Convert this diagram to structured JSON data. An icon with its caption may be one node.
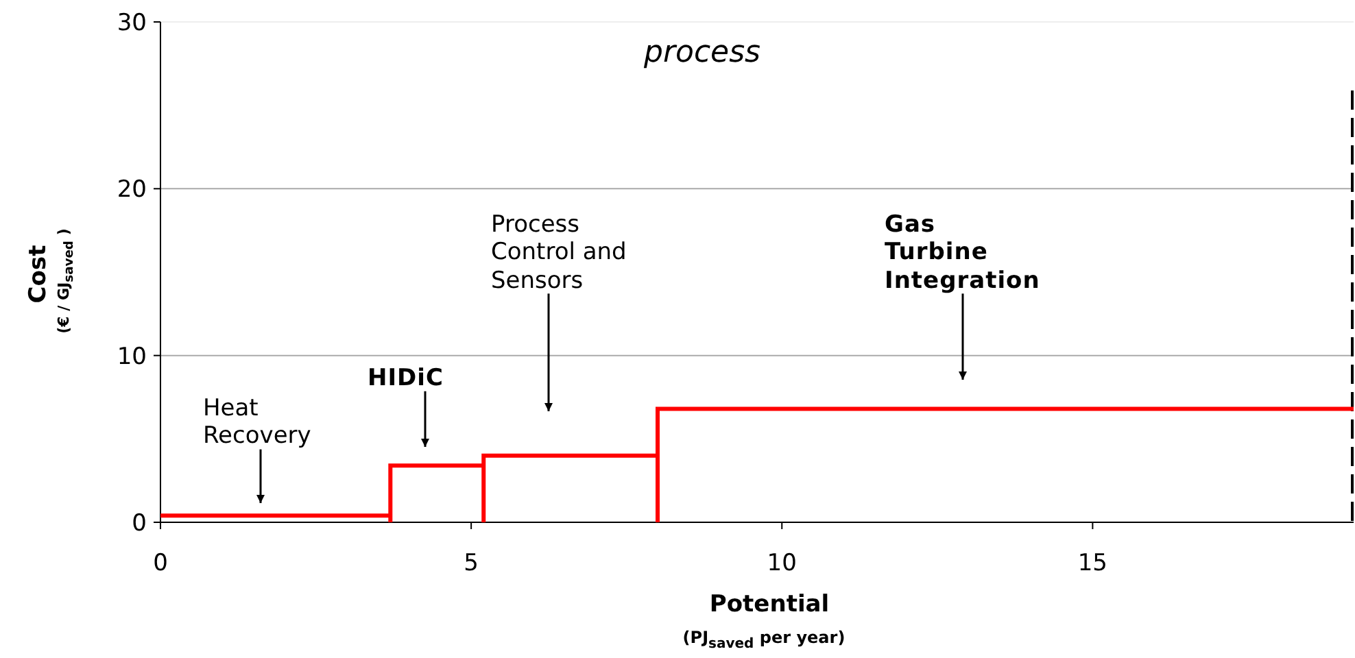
{
  "diagram": {
    "title": "process",
    "nodes": [
      {
        "text": [
          "Heat Recovery"
        ]
      },
      {
        "text": [
          "HIDiC"
        ]
      },
      {
        "text": [
          "Process Control and Sensors"
        ]
      },
      {
        "text": [
          "Gas Turbine Integration"
        ]
      }
    ],
    "edges": [
      {
        "from": 0,
        "to": null,
        "arrow": "to"
      },
      {
        "from": 1,
        "to": null,
        "arrow": "to"
      },
      {
        "from": 2,
        "to": null,
        "arrow": "to"
      },
      {
        "from": 3,
        "to": null,
        "arrow": "to"
      }
    ],
    "labels": [
      "(€ / GJ$_{saved}$ )",
      "(PJ$_{saved}$ per year)"
    ],
    "chart_data": {
      "type": "line",
      "xlabel": "Potential",
      "ylabel": "Cost",
      "x": [
        0,
        3.7,
        3.7,
        3.7,
        5.2,
        5.2,
        5.2,
        8,
        8,
        8,
        19.2
      ],
      "series": [
        {
          "color": "#ff0000",
          "values": [
            0.4,
            0.4,
            0,
            3.4,
            3.4,
            0,
            4,
            4,
            0,
            6.8,
            6.8
          ]
        }
      ],
      "xlim": [
        0,
        19.2
      ],
      "ylim": [
        0,
        30
      ],
      "xticks": [
        0,
        5,
        10,
        15
      ],
      "yticks": [
        0,
        10,
        20,
        30
      ]
    }
  }
}
